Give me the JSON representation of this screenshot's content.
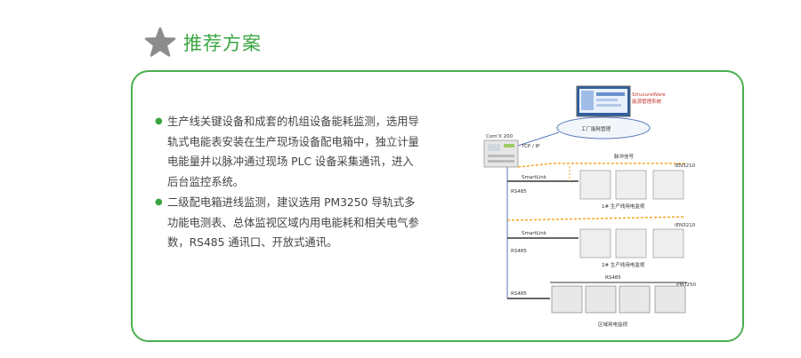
{
  "header": {
    "title": "推荐方案",
    "icon": "star-icon"
  },
  "bullets": [
    "生产线关键设备和成套的机组设备能耗监测，选用导轨式电能表安装在生产现场设备配电箱中，独立计量电能量并以脉冲通过现场 PLC 设备采集通讯，进入后台监控系统。",
    "二级配电箱进线监测，建议选用 PM3250 导轨式多功能电测表、总体监视区域内用电能耗和相关电气参数，RS485 通讯口、开放式通讯。"
  ],
  "diagram": {
    "software_title": "StruxureWare",
    "software_subtitle": "能源管理系统",
    "energy_label": "工厂能耗管理",
    "gateway_label": "Com'X 200",
    "tcpip": "TCP / IP",
    "pulse_label": "脉冲信号",
    "smartlink1": "SmartLink",
    "smartlink2": "SmartLink",
    "rs485_1": "RS485",
    "rs485_2": "RS485",
    "rs485_3": "RS485",
    "rs485_4": "RS485",
    "ien1": "iEN3210",
    "ien2": "iEN3210",
    "pm": "PM3250",
    "line1": "1# 生产线用电监视",
    "line2": "2# 生产线用电监视",
    "zone": "区域用电监视",
    "colors": {
      "accent": "#3aa641",
      "pulse": "#f5a623",
      "link": "#5a7ab8"
    }
  }
}
